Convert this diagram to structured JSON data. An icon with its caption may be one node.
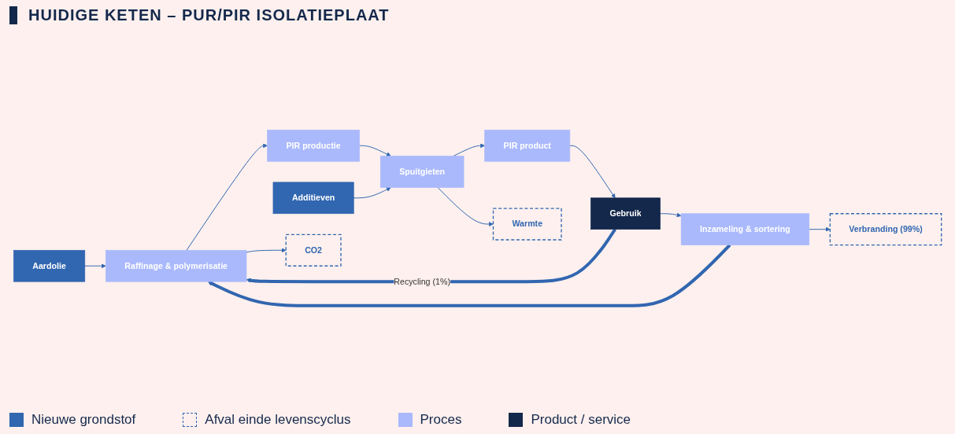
{
  "diagram": {
    "title": "HUIDIGE KETEN – PUR/PIR ISOLATIEPLAAT",
    "nodes": [
      {
        "text": [
          "Aardolie"
        ]
      },
      {
        "text": [
          "Raffinage & polymerisatie"
        ]
      },
      {
        "text": [
          "PIR productie"
        ]
      },
      {
        "text": [
          "Additieven"
        ]
      },
      {
        "text": [
          "Spuitgieten"
        ]
      },
      {
        "text": [
          "PIR product"
        ]
      },
      {
        "text": [
          "Gebruik"
        ]
      },
      {
        "text": [
          "Inzameling & sortering"
        ]
      },
      {
        "text": [
          "CO2"
        ]
      },
      {
        "text": [
          "Warmte"
        ]
      },
      {
        "text": [
          "Verbranding (99%)"
        ]
      }
    ],
    "edges": [
      {
        "from": 0,
        "to": 1,
        "arrow": "to"
      },
      {
        "from": 1,
        "to": 2,
        "arrow": "to"
      },
      {
        "from": 2,
        "to": 4,
        "arrow": "to"
      },
      {
        "from": 3,
        "to": 4,
        "arrow": "to"
      },
      {
        "from": 4,
        "to": 5,
        "arrow": "to"
      },
      {
        "from": 5,
        "to": 6,
        "arrow": "to"
      },
      {
        "from": 6,
        "to": 7,
        "arrow": "to"
      },
      {
        "from": 1,
        "to": 8,
        "arrow": "to"
      },
      {
        "from": 4,
        "to": 9,
        "arrow": "to"
      },
      {
        "from": 7,
        "to": 10,
        "arrow": "to"
      },
      {
        "from": 6,
        "to": 1,
        "arrow": "to",
        "style": "thick",
        "label": "Recycling (1%)"
      },
      {
        "from": 7,
        "to": 1,
        "arrow": "to",
        "style": "thick"
      }
    ],
    "legend": [
      {
        "text": "Nieuwe grondstof",
        "color": "#3166b0"
      },
      {
        "text": "Afval einde levenscyclus"
      },
      {
        "text": "Proces",
        "color": "#aab9fc"
      },
      {
        "text": "Product / service",
        "color": "#14284b"
      }
    ]
  }
}
